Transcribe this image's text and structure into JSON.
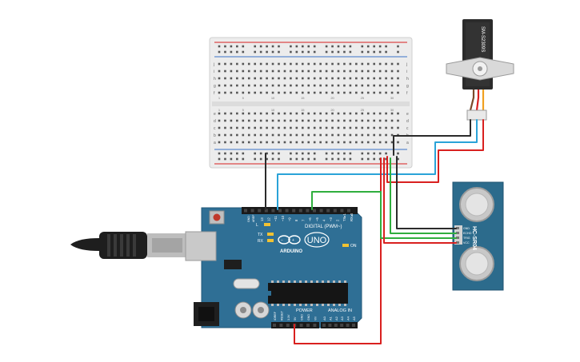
{
  "arduino": {
    "brand_logo": "UNO",
    "brand_name": "ARDUINO",
    "digital_label": "DIGITAL (PWM~)",
    "analog_label": "ANALOG IN",
    "power_label": "POWER",
    "on_label": "ON",
    "tx_label": "TX",
    "rx_label": "RX",
    "l_label": "L",
    "aref_label": "AREF",
    "gnd_label": "GND",
    "digital_pins": [
      "13",
      "12",
      "~11",
      "~10",
      "~9",
      "8",
      "7",
      "~6",
      "~5",
      "4",
      "~3",
      "2",
      "TX▸1",
      "RX◂0"
    ],
    "power_pins": [
      "IOREF",
      "RESET",
      "3.3V",
      "5V",
      "GND",
      "GND",
      "Vin"
    ],
    "analog_pins": [
      "A0",
      "A1",
      "A2",
      "A3",
      "A4",
      "A5"
    ]
  },
  "sensor": {
    "name": "HC-SR04",
    "pins": [
      "GND",
      "ECHO",
      "TRIG",
      "VCC"
    ]
  },
  "servo": {
    "model": "SM-S2309S"
  },
  "breadboard": {
    "row_letters_top": [
      "j",
      "i",
      "h",
      "g",
      "f"
    ],
    "row_letters_bottom": [
      "e",
      "d",
      "c",
      "b",
      "a"
    ],
    "column_numbers": [
      "1",
      "5",
      "10",
      "15",
      "20",
      "25",
      "30"
    ]
  },
  "colors": {
    "board_blue": "#2f6f95",
    "wire_red": "#d9201f",
    "wire_black": "#2b2b2b",
    "wire_blue": "#2aa3d8",
    "wire_green": "#2fae3d",
    "breadboard": "#e8e8e8",
    "sensor_blue": "#2c6b8c"
  }
}
